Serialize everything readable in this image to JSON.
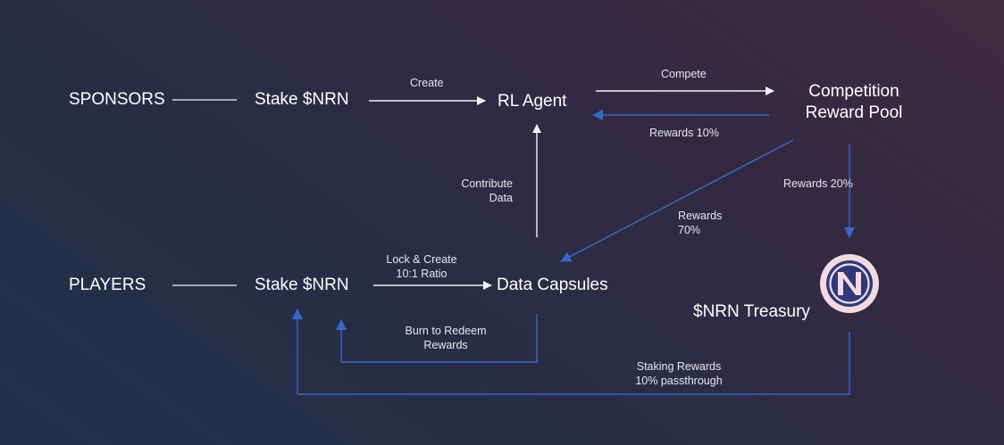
{
  "colors": {
    "white_edge": "#f2f2f2",
    "blue_edge": "#3a68c8",
    "logo_ring": "#f4d9e0",
    "logo_fill": "#2c3a78"
  },
  "nodes": {
    "sponsors": "SPONSORS",
    "sponsor_stake": "Stake $NRN",
    "rl_agent": "RL Agent",
    "competition_line1": "Competition",
    "competition_line2": "Reward Pool",
    "players": "PLAYERS",
    "player_stake": "Stake $NRN",
    "data_capsules": "Data Capsules",
    "treasury": "$NRN Treasury"
  },
  "labels": {
    "create": "Create",
    "compete": "Compete",
    "rewards_10": "Rewards 10%",
    "contribute_data": "Contribute\nData",
    "rewards_20": "Rewards 20%",
    "rewards_70": "Rewards\n70%",
    "lock_create": "Lock & Create\n10:1 Ratio",
    "burn_redeem": "Burn to Redeem\nRewards",
    "staking_rewards": "Staking Rewards\n10% passthrough"
  },
  "icons": {
    "treasury_logo": "nrn-logo-icon"
  }
}
